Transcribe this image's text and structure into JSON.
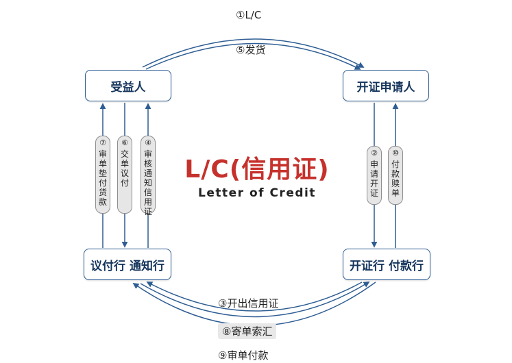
{
  "parties": {
    "beneficiary": "受益人",
    "applicant": "开证申请人",
    "negotiating_bank": "议付行 通知行",
    "issuing_bank": "开证行 付款行"
  },
  "center": {
    "title": "L/C(信用证)",
    "subtitle": "Letter of Credit"
  },
  "flows": {
    "f1": "①L/C",
    "f5": "⑤发货",
    "f3": "③开出信用证",
    "f8": "⑧寄单索汇",
    "f9": "⑨审单付款"
  },
  "vertical_steps": {
    "s7": {
      "num": "⑦",
      "chars": [
        "审",
        "单",
        "垫",
        "付",
        "货",
        "款"
      ]
    },
    "s6": {
      "num": "⑥",
      "chars": [
        "交",
        "单",
        "议",
        "付"
      ]
    },
    "s4": {
      "num": "④",
      "chars": [
        "审",
        "核",
        "通",
        "知",
        "信",
        "用",
        "证"
      ]
    },
    "s2": {
      "num": "②",
      "chars": [
        "申",
        "请",
        "开",
        "证"
      ]
    },
    "s10": {
      "num": "⑩",
      "chars": [
        "付",
        "款",
        "赎",
        "单"
      ]
    }
  },
  "colors": {
    "arrow": "#2e5d93",
    "title_red": "#c6312c",
    "box_border": "#2e5d93",
    "pill_fill": "#e6e6e6"
  }
}
